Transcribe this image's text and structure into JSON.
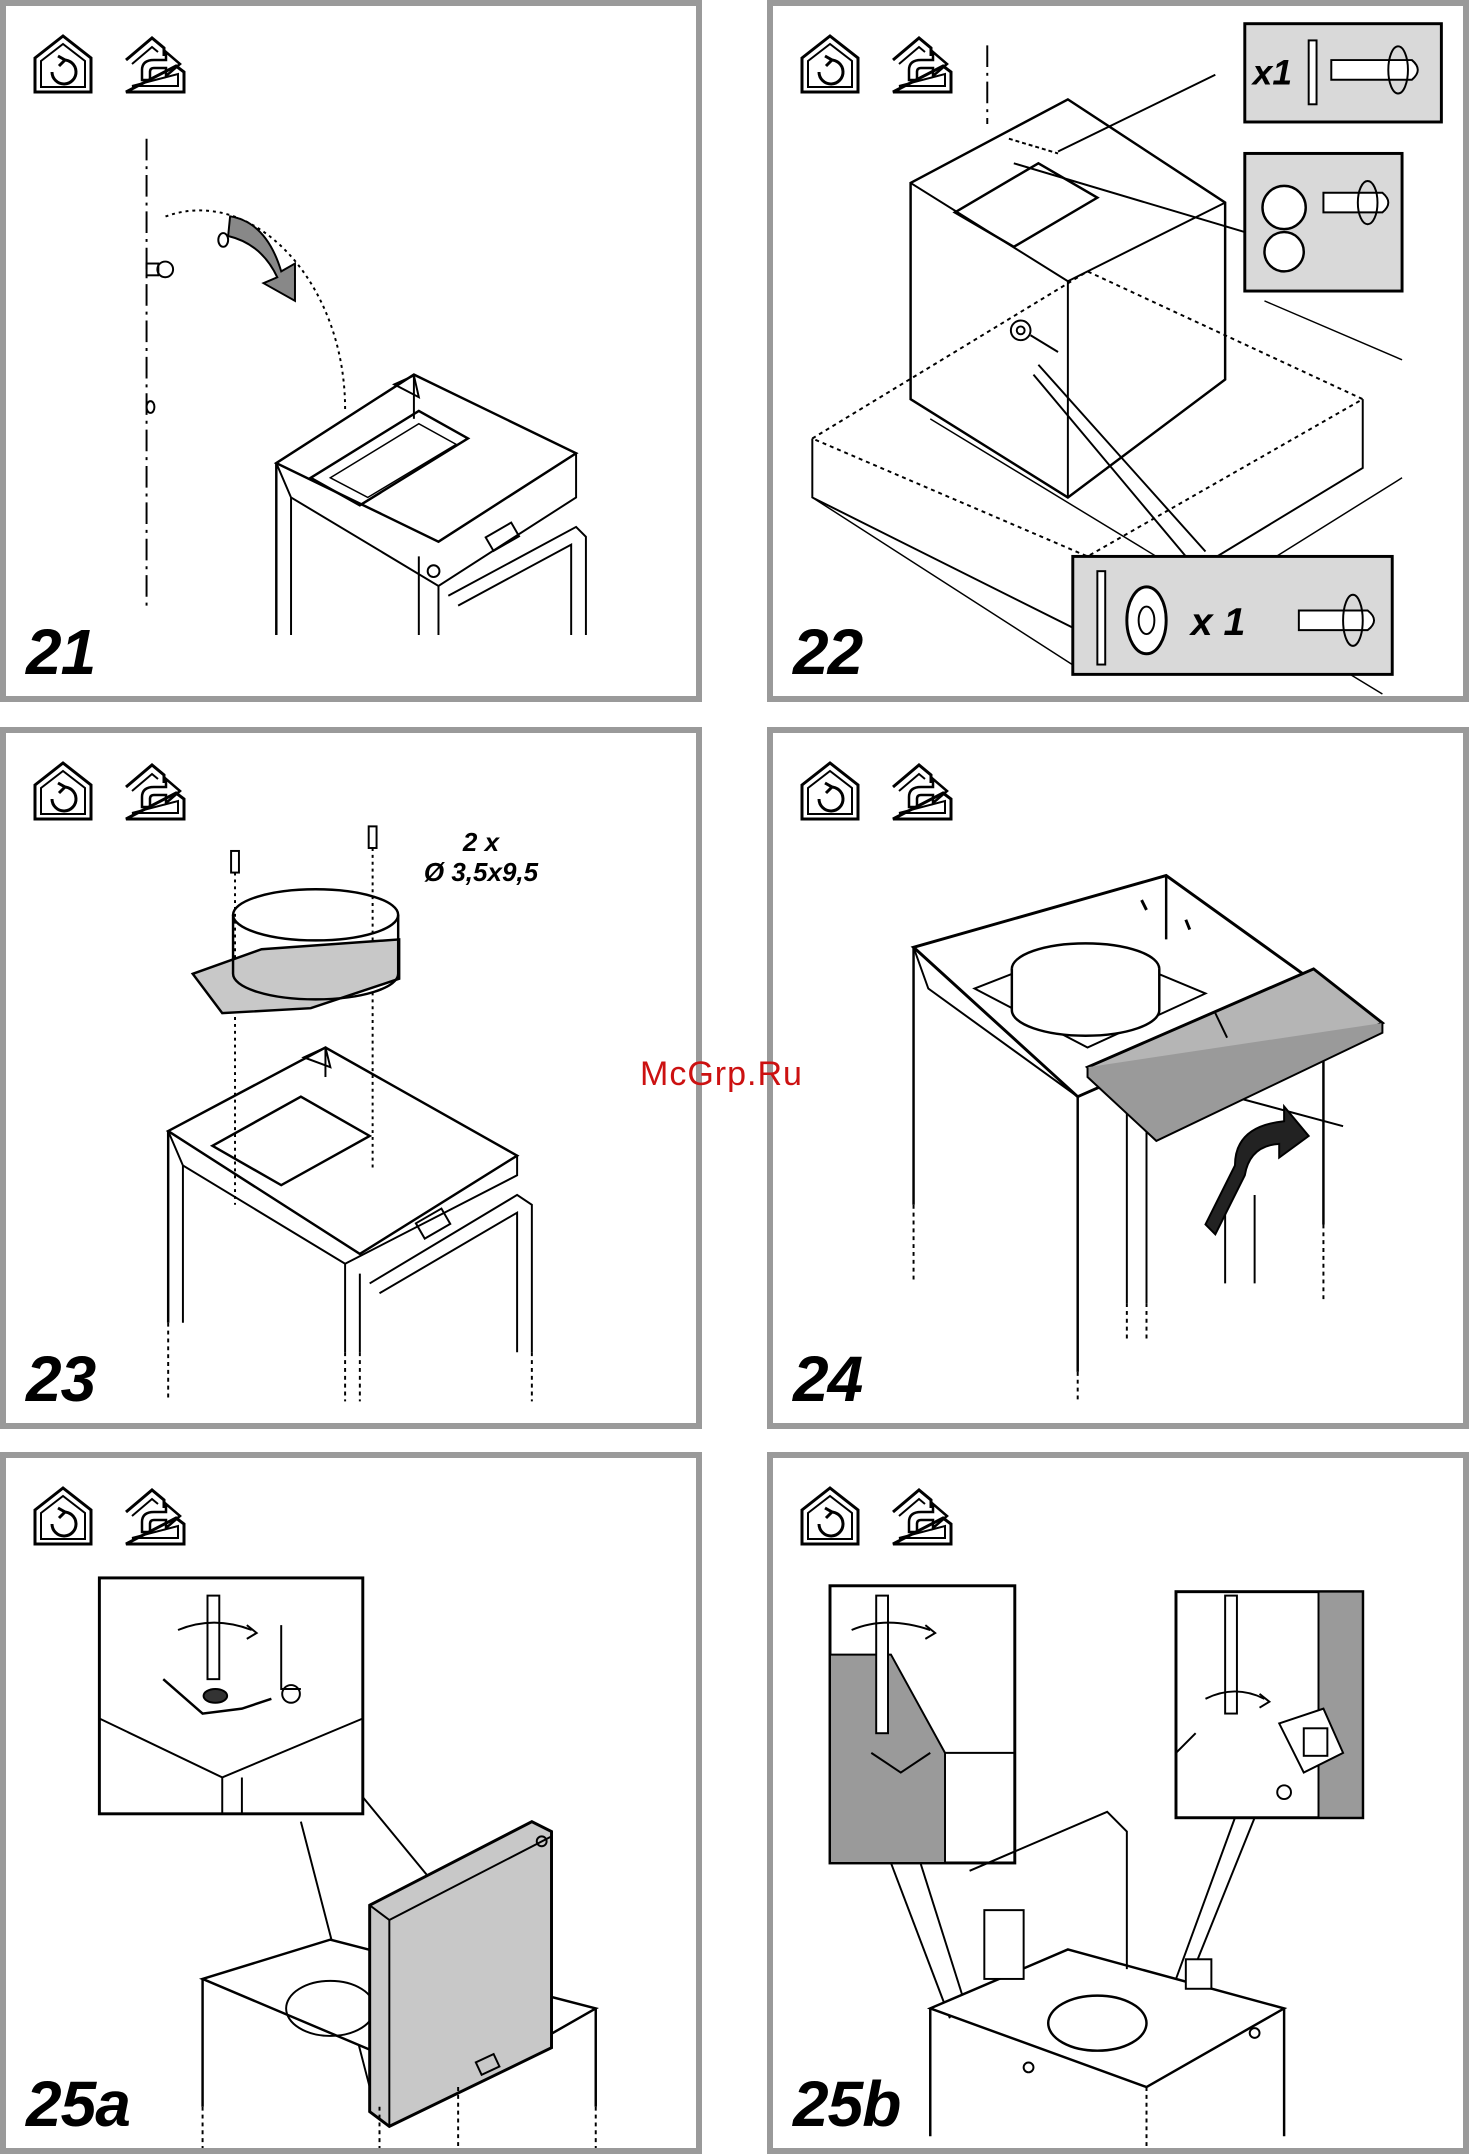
{
  "panels": [
    {
      "step": "21"
    },
    {
      "step": "22",
      "callout_top": "x1",
      "callout_bottom": "x 1"
    },
    {
      "step": "23",
      "screws_count": "2 x",
      "screws_size": "Ø 3,5x9,5"
    },
    {
      "step": "24"
    },
    {
      "step": "25a"
    },
    {
      "step": "25b"
    }
  ],
  "icons": {
    "left": "recirculation-mode-icon",
    "right": "extraction-mode-icon"
  },
  "watermark": "McGrp.Ru",
  "colors": {
    "border": "#9a9a9a",
    "callout_fill": "#d9d9d9",
    "part_fill": "#c8c8c8",
    "watermark": "#cc1111"
  }
}
